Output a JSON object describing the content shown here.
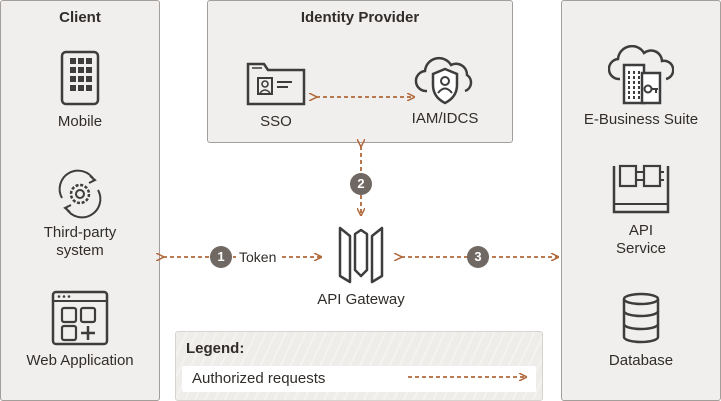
{
  "panels": {
    "client": {
      "title": "Client"
    },
    "identity_provider": {
      "title": "Identity Provider"
    }
  },
  "nodes": {
    "mobile": "Mobile",
    "third_party": "Third-party\nsystem",
    "web_app": "Web Application",
    "sso": "SSO",
    "iam": "IAM/IDCS",
    "gateway": "API Gateway",
    "ebs": "E-Business Suite",
    "api_service": "API\nService",
    "database": "Database"
  },
  "badges": {
    "one": "1",
    "two": "2",
    "three": "3"
  },
  "token_label": "Token",
  "legend": {
    "title": "Legend:",
    "item": "Authorized requests"
  },
  "colors": {
    "arrow": "#b0683a",
    "badge": "#6f6863",
    "panel_bg": "#f1efed",
    "icon": "#3d3d3d"
  }
}
